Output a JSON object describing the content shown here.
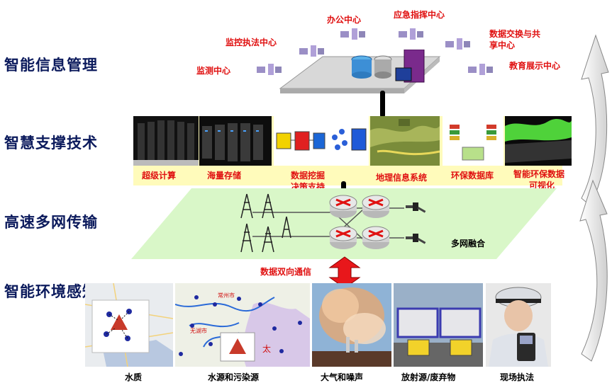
{
  "layers": {
    "management": "智能信息管理",
    "support": "智慧支撑技术",
    "network": "高速多网传输",
    "perception": "智能环境感知"
  },
  "management_centers": {
    "monitoring": "监测中心",
    "enforcement": "监控执法中心",
    "office": "办公中心",
    "emergency": "应急指挥中心",
    "exchange_line1": "数据交换与共",
    "exchange_line2": "享中心",
    "education": "教育展示中心"
  },
  "support_items": {
    "supercomputing": "超级计算",
    "storage": "海量存储",
    "mining_line1": "数据挖掘",
    "mining_line2": "决策支持",
    "gis": "地理信息系统",
    "env_db": "环保数据库",
    "vis_line1": "智能环保数据",
    "vis_line2": "可视化"
  },
  "network": {
    "fusion": "多网融合",
    "bidirectional": "数据双向通信"
  },
  "perception_items": {
    "water_quality": "水质",
    "water_pollution": "水源和污染源",
    "air_noise": "大气和噪声",
    "radiation_waste": "放射源/废弃物",
    "field_enforcement": "现场执法"
  },
  "map_labels": {
    "changzhou": "常州市",
    "wuhu": "无湖市",
    "tai": "太"
  },
  "colors": {
    "title": "#0b1a5c",
    "label_red": "#e01010",
    "support_band": "#fffbbb",
    "network_band": "#d9f7c8",
    "arrow_red": "#e8171b"
  }
}
